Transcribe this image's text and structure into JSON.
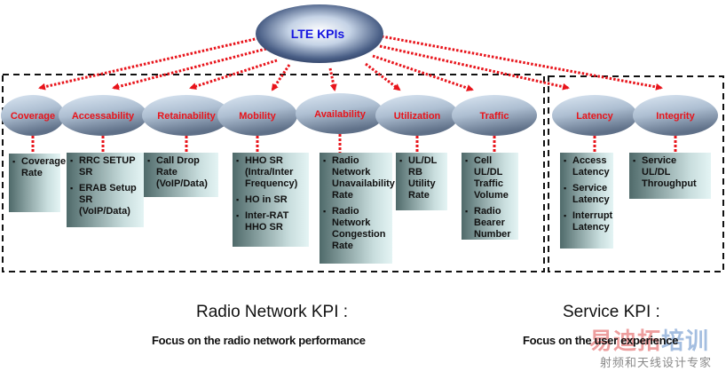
{
  "root": {
    "label": "LTE KPIs"
  },
  "categories": [
    {
      "id": "coverage",
      "label": "Coverage",
      "items": [
        "Coverage Rate"
      ],
      "group": "radio"
    },
    {
      "id": "accessability",
      "label": "Accessability",
      "items": [
        "RRC SETUP SR",
        "ERAB Setup SR (VoIP/Data)"
      ],
      "group": "radio"
    },
    {
      "id": "retainability",
      "label": "Retainability",
      "items": [
        "Call Drop Rate (VoIP/Data)"
      ],
      "group": "radio"
    },
    {
      "id": "mobility",
      "label": "Mobility",
      "items": [
        "HHO SR (Intra/Inter Frequency)",
        "HO in SR",
        "Inter-RAT HHO SR"
      ],
      "group": "radio"
    },
    {
      "id": "availability",
      "label": "Availability",
      "items": [
        "Radio Network Unavailability Rate",
        "Radio Network Congestion Rate"
      ],
      "group": "radio"
    },
    {
      "id": "utilization",
      "label": "Utilization",
      "items": [
        "UL/DL RB Utility Rate"
      ],
      "group": "radio"
    },
    {
      "id": "traffic",
      "label": "Traffic",
      "items": [
        "Cell UL/DL Traffic Volume",
        "Radio Bearer Number"
      ],
      "group": "radio"
    },
    {
      "id": "latency",
      "label": "Latency",
      "items": [
        "Access Latency",
        "Service Latency",
        "Interrupt Latency"
      ],
      "group": "service"
    },
    {
      "id": "integrity",
      "label": "Integrity",
      "items": [
        "Service UL/DL Throughput"
      ],
      "group": "service"
    }
  ],
  "groups": {
    "radio": {
      "title": "Radio Network KPI :",
      "subtitle": "Focus on the radio network performance"
    },
    "service": {
      "title": "Service KPI :",
      "subtitle": "Focus on the user experience"
    }
  },
  "colors": {
    "arrow": "#e8141b",
    "node_label": "#e8141b",
    "root_label": "#1515e0",
    "dashed_border": "#111111"
  },
  "watermark": {
    "line1_part1": "易迪拓",
    "line1_part2": "培训",
    "line2": "射频和天线设计专家",
    "color1": "#e05050",
    "color2": "#5a8ac8"
  }
}
